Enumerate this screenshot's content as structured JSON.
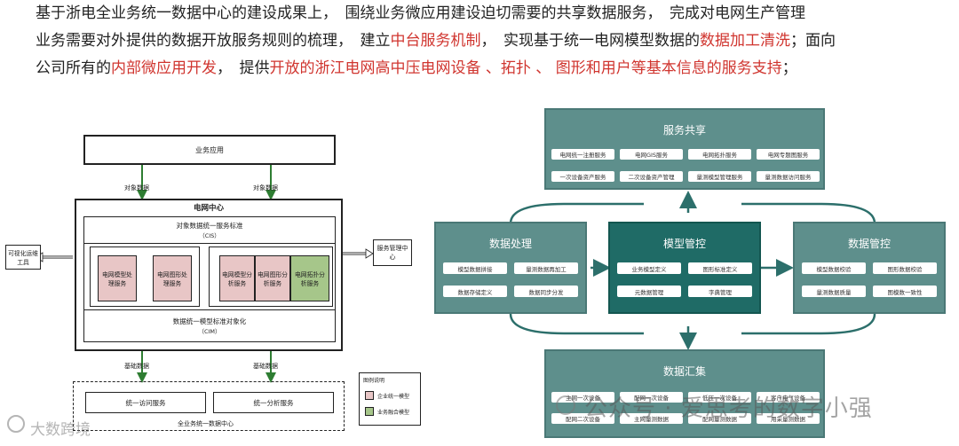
{
  "paragraph": {
    "l1": "基于浙电全业务统一数据中心的建设成果上，　围绕业务微应用建设迫切需要的共享数据服务，　完成对电网生产管理",
    "l2a": "业务需要对外提供的数据开放服务规则的梳理，　建立",
    "l2b": "中台服务机制",
    "l2c": "，　实现基于统一电网模型数据的",
    "l2d": "数据加工清洗",
    "l2e": "；面向",
    "l3a": "公司所有的",
    "l3b": "内部微应用开发",
    "l3c": "，　提供",
    "l3d": "开放的浙江电网高中压电网设备 、拓扑 、 图形和用户等基本信息的服务支持",
    "l3e": "；"
  },
  "left": {
    "business_app": "业务应用",
    "object_data_l": "对象数据",
    "object_data_r": "对象数据",
    "grid_center": "电网中心",
    "std_title": "对象数据统一服务标准",
    "std_sub": "（CIS）",
    "svc1": "电网模型处理服务",
    "svc2": "电网图形处理服务",
    "svc3": "电网模型分析服务",
    "svc4": "电网图形分析服务",
    "svc5": "电网拓扑分析服务",
    "model_std": "数据统一模型标准对象化",
    "model_sub": "（CIM）",
    "vis_tool": "可视化运维工具",
    "svc_mgmt": "服务管理中心",
    "base_data_l": "基础数据",
    "base_data_r": "基础数据",
    "unified_access": "统一访问服务",
    "unified_analysis": "统一分析服务",
    "data_center": "全业务统一数据中心",
    "legend_title": "图例说明",
    "legend_pink": "企业统一模型",
    "legend_green": "业务融合模型"
  },
  "right": {
    "share": {
      "title": "服务共享",
      "chips": [
        "电网统一注册服务",
        "电网GIS服务",
        "电网拓扑服务",
        "电网专题图服务",
        "一次设备资产服务",
        "二次设备资产管理",
        "量测模型管理服务",
        "量测数据访问服务"
      ]
    },
    "process": {
      "title": "数据处理",
      "chips": [
        "模型数据拼接",
        "量测数据再加工",
        "数据存储定义",
        "数据同步分发"
      ]
    },
    "model": {
      "title": "模型管控",
      "chips": [
        "业务模型定义",
        "图形标准定义",
        "元数据管理",
        "字典管理"
      ]
    },
    "govern": {
      "title": "数据管控",
      "chips": [
        "模型数据校验",
        "图形数据校验",
        "量测数据质量",
        "图模数一致性"
      ]
    },
    "collect": {
      "title": "数据汇集",
      "chips": [
        "主网一次设备",
        "配网一次设备",
        "低压一次设备",
        "客户电气设备",
        "配网二次设备",
        "主网量测数据",
        "配网量测数据",
        "用采量测数据"
      ]
    }
  },
  "watermark": {
    "wechat": "公众号 · 爱思考的数字小强",
    "logo": "大数跨境"
  },
  "colors": {
    "highlight": "#d0352f",
    "panel": "#5e8f8c",
    "panel_dark": "#1f6b66",
    "pink": "#e8c6c6",
    "green": "#a6c68a"
  }
}
